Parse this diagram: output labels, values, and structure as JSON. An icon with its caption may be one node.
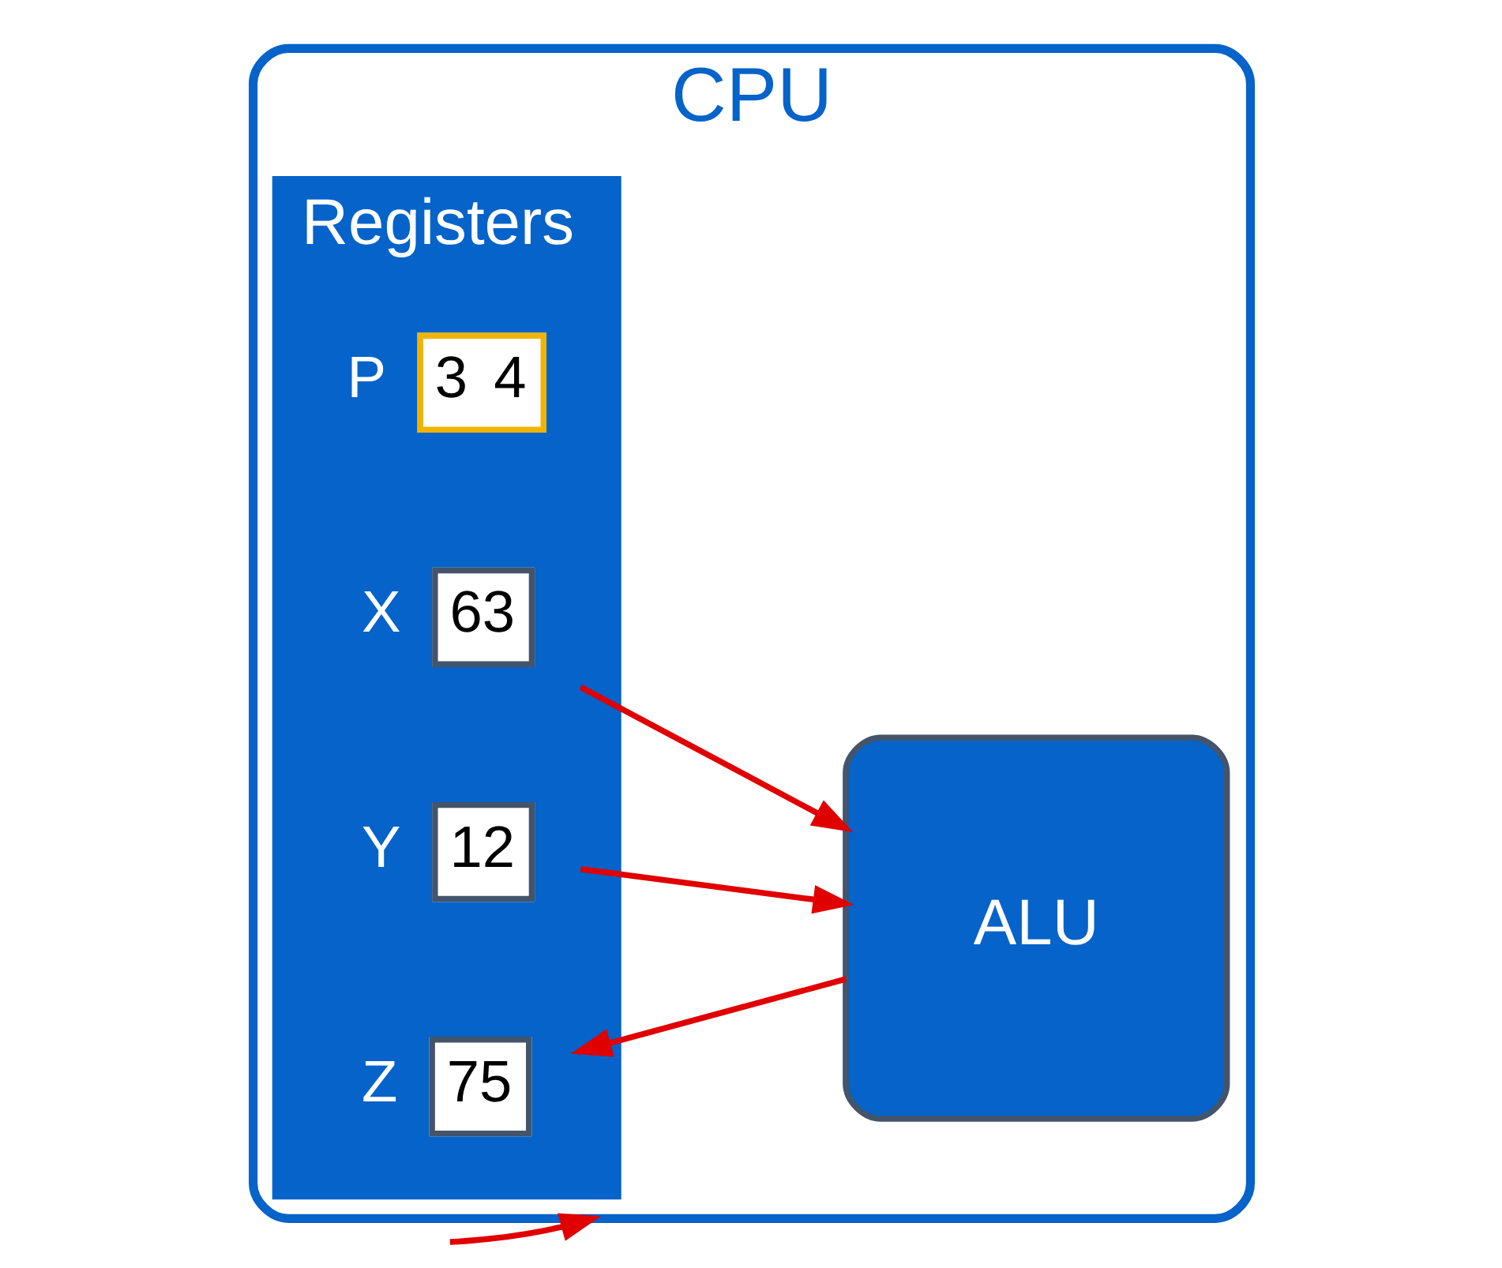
{
  "diagram": {
    "nodes": [
      {
        "text": [
          "CPU"
        ]
      },
      {
        "text": [
          "Registers"
        ],
        "in": 0
      },
      {
        "text": [
          "3",
          "4"
        ],
        "beside": [
          "P"
        ],
        "in": 1
      },
      {
        "text": [
          "63"
        ],
        "beside": [
          "X"
        ],
        "in": 1
      },
      {
        "text": [
          "12"
        ],
        "beside": [
          "Y"
        ],
        "in": 1
      },
      {
        "text": [
          "75"
        ],
        "beside": [
          "Z"
        ],
        "in": 1
      },
      {
        "text": [
          "ALU"
        ],
        "in": 0
      }
    ],
    "edges": [
      {
        "from": null,
        "to": 0,
        "arrow": "to"
      },
      {
        "from": 3,
        "to": 6,
        "arrow": "to"
      },
      {
        "from": 4,
        "to": 6,
        "arrow": "to"
      },
      {
        "from": 6,
        "to": 5,
        "arrow": "to"
      }
    ]
  }
}
